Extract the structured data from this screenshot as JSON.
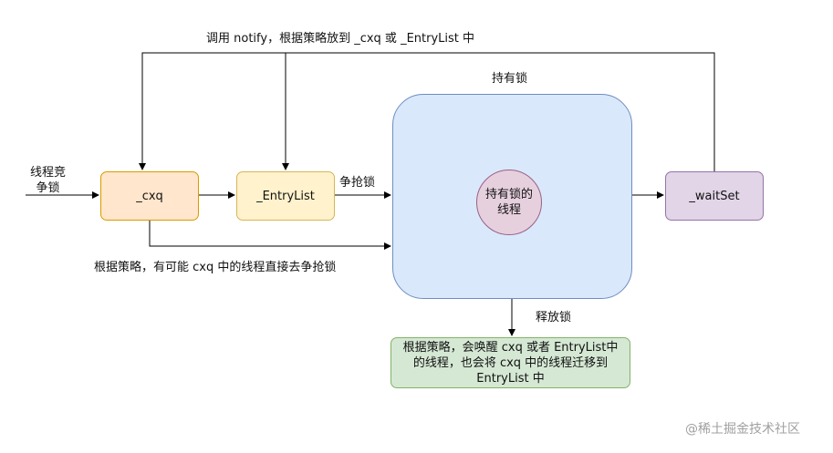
{
  "labels": {
    "top_notify": "调用 notify，根据策略放到 _cxq 或 _EntryList 中",
    "hold_lock": "持有锁",
    "compete_in_line1": "线程竞",
    "compete_in_line2": "争锁",
    "compete_lock": "争抢锁",
    "bypass": "根据策略，有可能 cxq 中的线程直接去争抢锁",
    "release_lock": "释放锁"
  },
  "nodes": {
    "cxq": "_cxq",
    "entry_list": "_EntryList",
    "wait_set": "_waitSet",
    "owner_line1": "持有锁的",
    "owner_line2": "线程",
    "release_line1": "根据策略，会唤醒 cxq 或者 EntryList中",
    "release_line2": "的线程，也会将 cxq 中的线程迁移到",
    "release_line3": "EntryList 中"
  },
  "colors": {
    "cxq_fill": "#ffe6cc",
    "entry_fill": "#fff2cc",
    "owner_fill": "#dae8fc",
    "thread_fill": "#e6d0de",
    "wait_fill": "#e1d5e7",
    "release_fill": "#d5e8d4"
  },
  "watermark": "@稀土掘金技术社区"
}
